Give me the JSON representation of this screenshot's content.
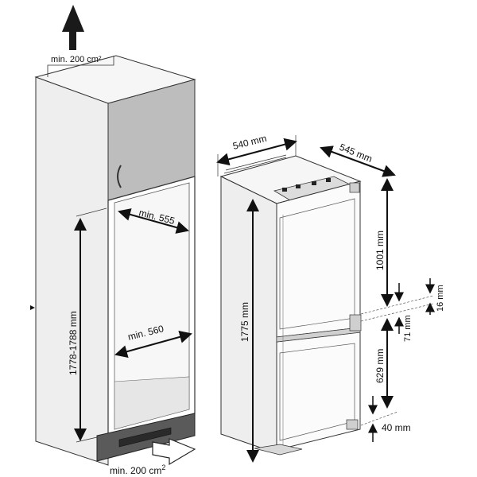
{
  "labels": {
    "vent_top": "min. 200 cm²",
    "vent_bottom": "min. 200 cm",
    "vent_bottom_sup": "2",
    "niche_width_top": "min. 555",
    "niche_width_bottom": "min. 560",
    "niche_height": "1778-1788 mm",
    "fridge_width": "540 mm",
    "fridge_depth": "545 mm",
    "fridge_height": "1775 mm",
    "upper_section": "1001 mm",
    "gap_small": "16 mm",
    "gap_mid": "71 mm",
    "lower_section": "629 mm",
    "bottom_gap": "40 mm"
  },
  "colors": {
    "line": "#111111",
    "panel_light": "#f2f2f2",
    "panel_side": "#e4e4e4",
    "cabinet_door": "#bfbfbf",
    "plinth": "#555555",
    "arrow_fill": "#1a1a1a"
  }
}
